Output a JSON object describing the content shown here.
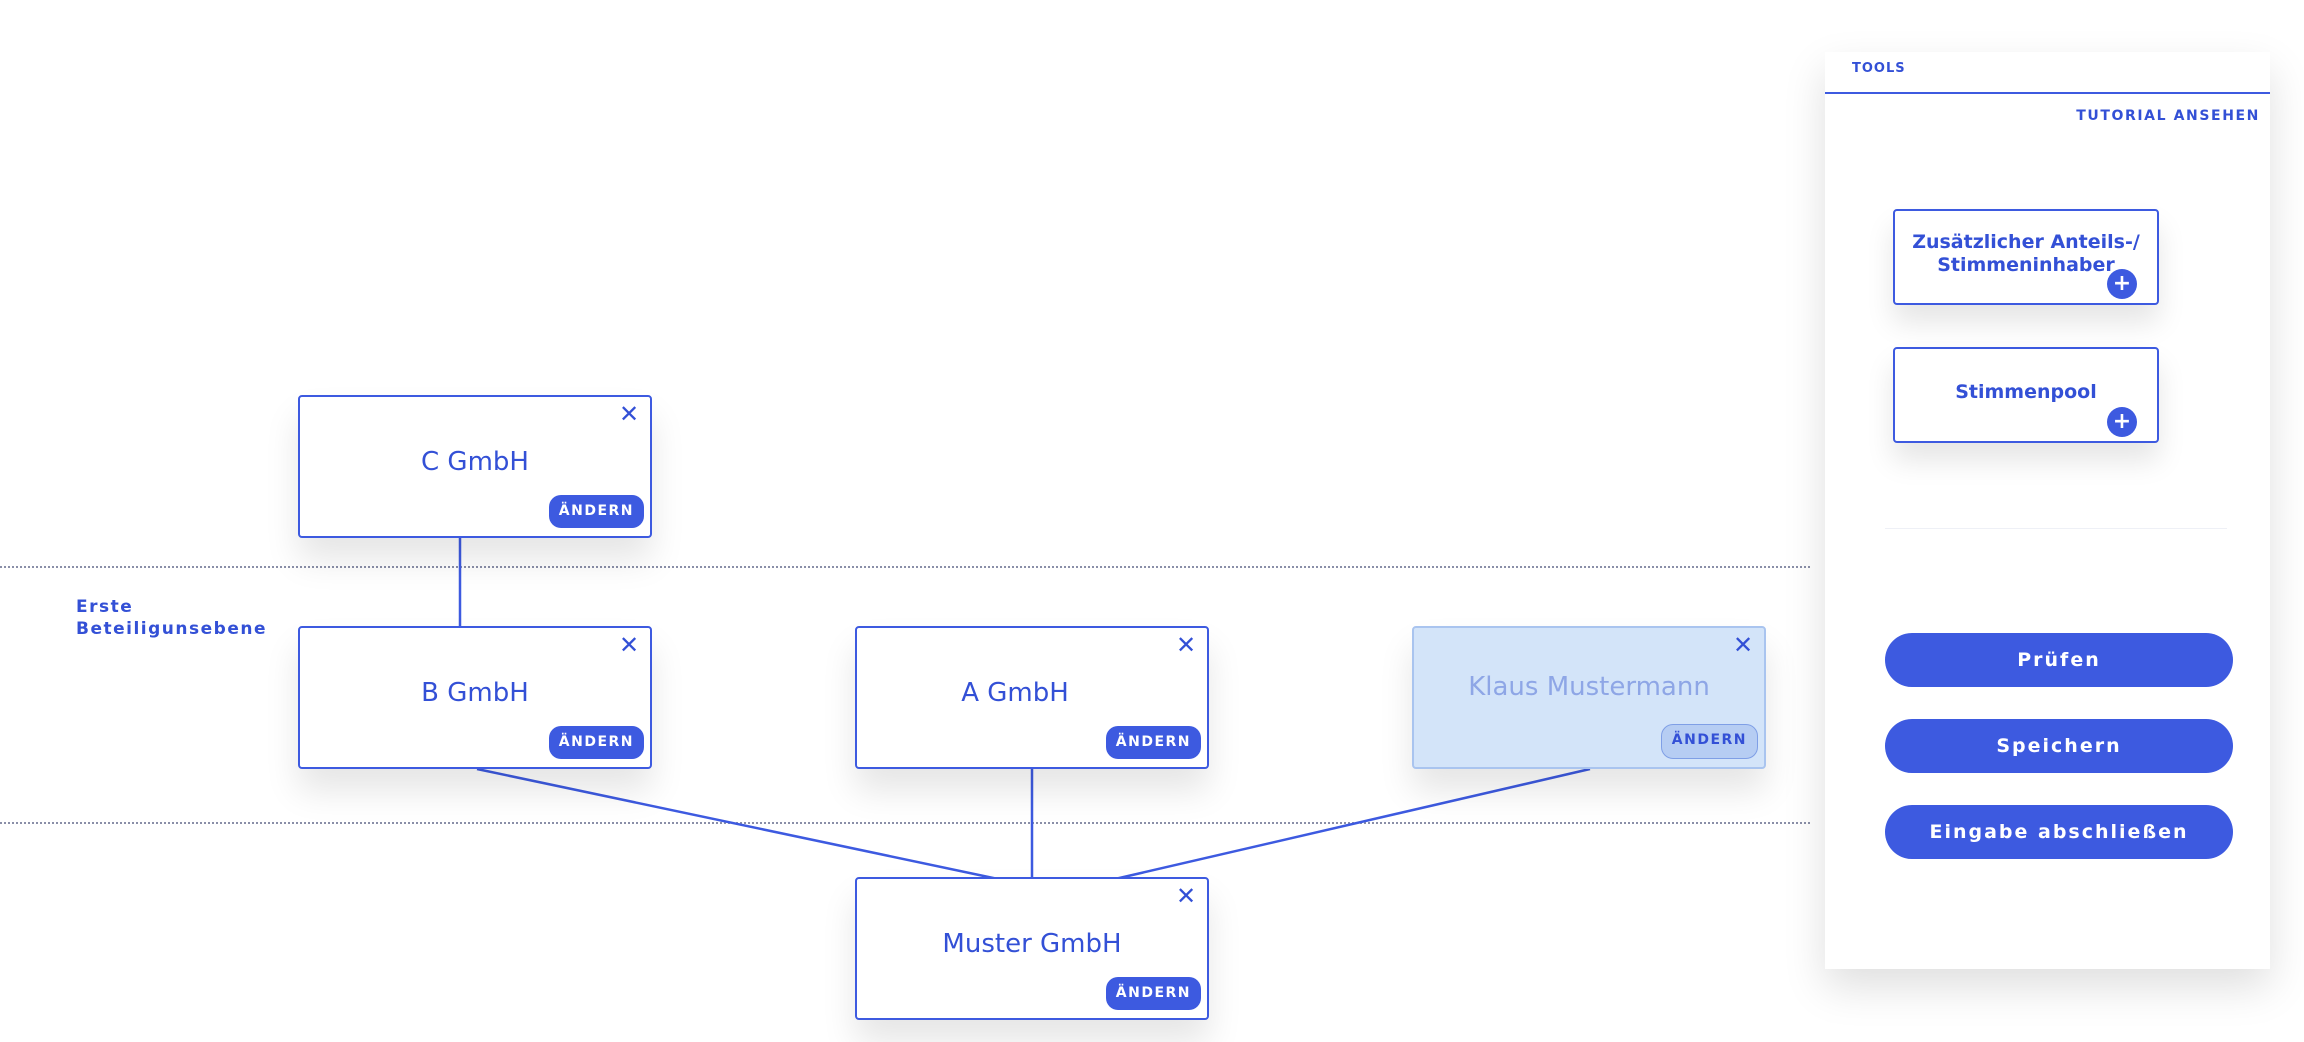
{
  "diagram": {
    "level_label": "Erste\nBeteiligunsebene",
    "nodes": [
      {
        "id": "c",
        "name": "C GmbH",
        "change_label": "ÄNDERN",
        "close_icon": "close-icon"
      },
      {
        "id": "b",
        "name": "B GmbH",
        "change_label": "ÄNDERN",
        "close_icon": "close-icon"
      },
      {
        "id": "a",
        "name": "A GmbH",
        "change_label": "ÄNDERN",
        "close_icon": "close-icon"
      },
      {
        "id": "klaus",
        "name": "Klaus Mustermann",
        "change_label": "ÄNDERN",
        "close_icon": "close-icon"
      },
      {
        "id": "muster",
        "name": "Muster GmbH",
        "change_label": "ÄNDERN",
        "close_icon": "close-icon"
      }
    ]
  },
  "tools_panel": {
    "tab_label": "TOOLS",
    "tutorial_link": "TUTORIAL ANSEHEN",
    "tool_cards": [
      {
        "label": "Zusätzlicher Anteils-/\nStimmeninhaber",
        "icon": "plus-icon"
      },
      {
        "label": "Stimmenpool",
        "icon": "plus-icon"
      }
    ],
    "actions": [
      {
        "label": "Prüfen"
      },
      {
        "label": "Speichern"
      },
      {
        "label": "Eingabe abschließen"
      }
    ]
  },
  "colors": {
    "accent": "#3d5ae0",
    "text": "#3350d6",
    "person_card_bg": "#d3e4f9",
    "person_text": "#8ea6e6"
  }
}
